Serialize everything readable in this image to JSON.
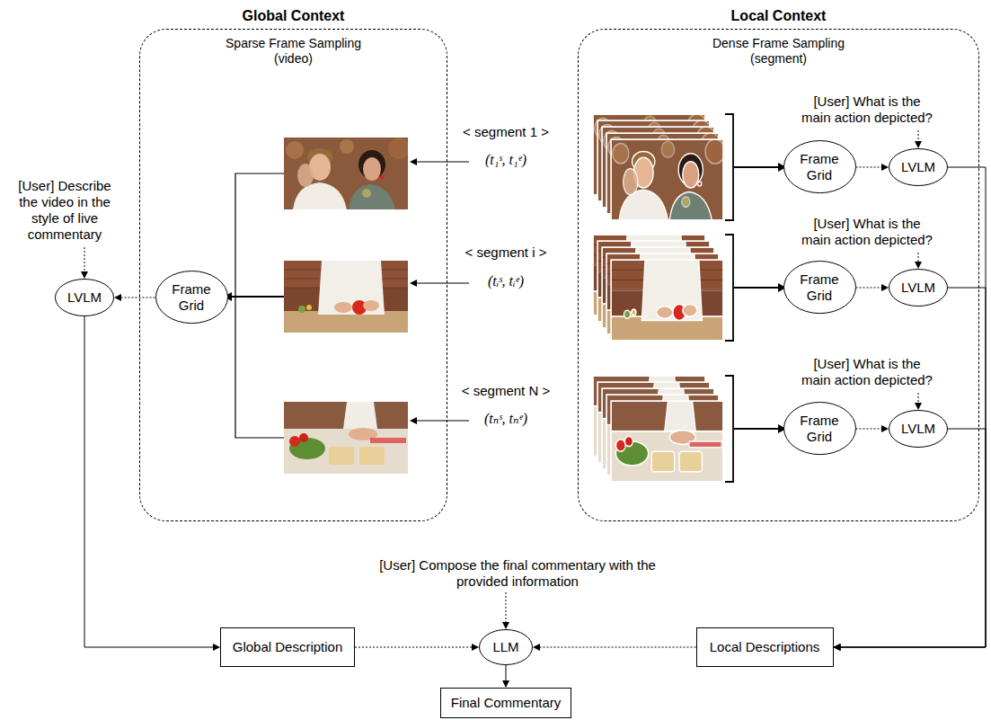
{
  "diagram": {
    "nodes": [
      {
        "text": [
          "LVLM"
        ]
      },
      {
        "text": [
          "Global Context",
          "Sparse Frame Sampling (video)"
        ]
      },
      {
        "text": [
          "Frame Grid"
        ],
        "in": 1
      },
      {
        "text": [
          "Local Context",
          "Dense Frame Sampling (segment)"
        ]
      },
      {
        "text": [
          "Frame Grid"
        ],
        "in": 3
      },
      {
        "text": [
          "LVLM"
        ],
        "in": 3
      },
      {
        "text": [
          "Frame Grid"
        ],
        "in": 3
      },
      {
        "text": [
          "LVLM"
        ],
        "in": 3
      },
      {
        "text": [
          "Frame Grid"
        ],
        "in": 3
      },
      {
        "text": [
          "LVLM"
        ],
        "in": 3
      },
      {
        "text": [
          "Global Description"
        ]
      },
      {
        "text": [
          "LLM"
        ]
      },
      {
        "text": [
          "Local Descriptions"
        ]
      },
      {
        "text": [
          "Final Commentary"
        ]
      }
    ],
    "edges": [
      {
        "from": 2,
        "to": 0,
        "arrow": "to"
      },
      {
        "from": 0,
        "to": 10,
        "arrow": "to"
      },
      {
        "from": 10,
        "to": 11,
        "arrow": "to"
      },
      {
        "from": 12,
        "to": 11,
        "arrow": "to"
      },
      {
        "from": 11,
        "to": 13,
        "arrow": "to"
      },
      {
        "from": 4,
        "to": 5,
        "arrow": "to"
      },
      {
        "from": 6,
        "to": 7,
        "arrow": "to"
      },
      {
        "from": 8,
        "to": 9,
        "arrow": "to"
      },
      {
        "from": 5,
        "to": 12,
        "arrow": "to"
      },
      {
        "from": 7,
        "to": 12,
        "arrow": "to"
      },
      {
        "from": 9,
        "to": 12,
        "arrow": "to"
      }
    ],
    "labels": [
      "[User] Describe the video in the style of live commentary",
      "< segment 1 >",
      "(t₁ˢ, t₁ᵉ)",
      "< segment i >",
      "(tᵢˢ, tᵢᵉ)",
      "< segment N >",
      "(tₙˢ, tₙᵉ)",
      "[User] What is the main action depicted?",
      "[User] What is the main action depicted?",
      "[User] What is the main action depicted?",
      "[User] Compose the final commentary with the provided information"
    ]
  }
}
